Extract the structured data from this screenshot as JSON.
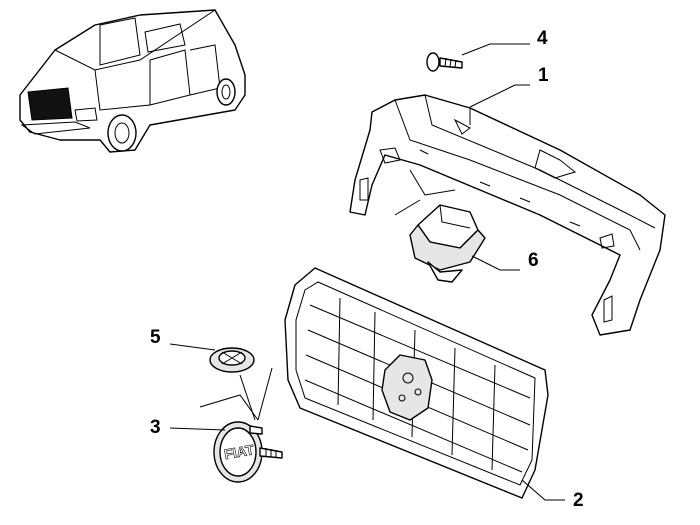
{
  "callouts": [
    {
      "id": "1",
      "label": "1",
      "part": "grille-frame"
    },
    {
      "id": "2",
      "label": "2",
      "part": "front-grille"
    },
    {
      "id": "3",
      "label": "3",
      "part": "badge-emblem"
    },
    {
      "id": "4",
      "label": "4",
      "part": "screw"
    },
    {
      "id": "5",
      "label": "5",
      "part": "clip-nut"
    },
    {
      "id": "6",
      "label": "6",
      "part": "fastener-clip"
    }
  ],
  "emblem": {
    "text": "FIAT"
  },
  "colors": {
    "line": "#000000",
    "fill": "#ffffff",
    "shade": "#e6e6e6",
    "highlight": "#111111"
  }
}
